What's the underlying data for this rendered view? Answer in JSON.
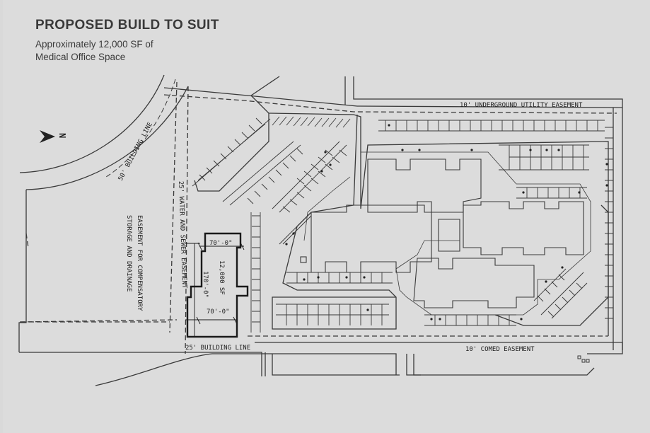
{
  "header": {
    "title": "PROPOSED BUILD TO SUIT",
    "subtitle_line1": "Approximately 12,000 SF of",
    "subtitle_line2": "Medical Office Space"
  },
  "plan": {
    "north_label": "N",
    "building_line_50": "50' BUILDING LINE",
    "building_line_25": "25' BUILDING LINE",
    "water_sewer_easement": "25' WATER AND SEWER EASEMENT",
    "compensatory_line1": "EASEMENT FOR COMPENSATORY",
    "compensatory_line2": "STORAGE AND DRAINAGE",
    "utility_easement": "10' UNDERGROUND UTILITY EASEMENT",
    "comed_easement": "10' COMED EASEMENT",
    "building": {
      "top_dim": "70'-0\"",
      "bottom_dim": "70'-0\"",
      "side_dim": "170'-0\"",
      "area": "12,000 SF"
    }
  }
}
